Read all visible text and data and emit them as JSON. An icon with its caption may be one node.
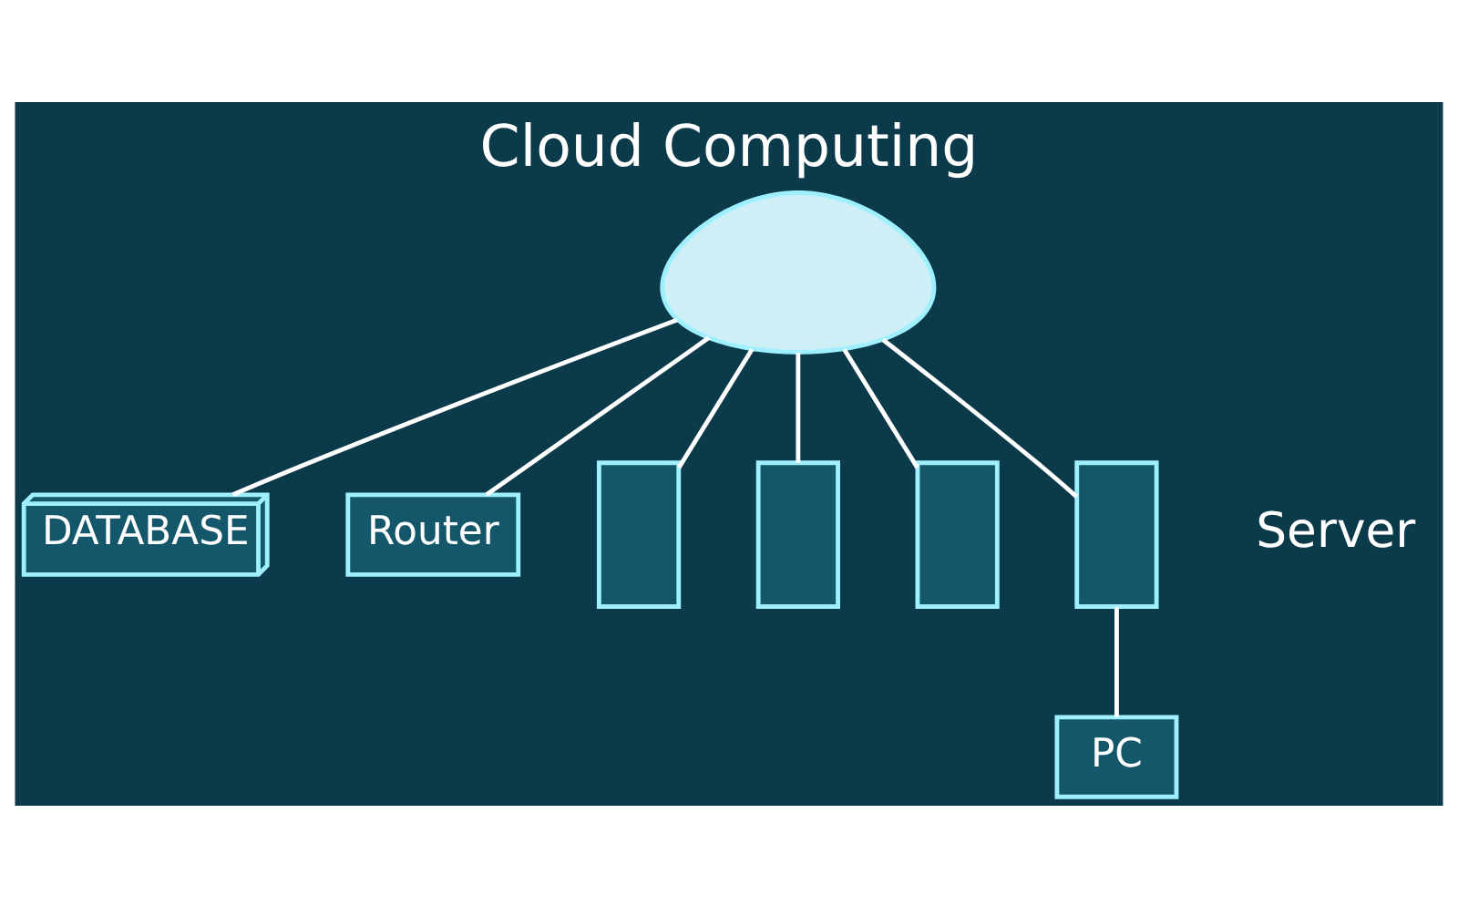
{
  "diagram": {
    "title": "Cloud Computing",
    "nodes": [
      {
        "text": [],
        "shape": "picture"
      },
      {
        "text": [
          "DATABASE"
        ]
      },
      {
        "text": [
          "Router"
        ]
      },
      {
        "text": [],
        "shape": "box"
      },
      {
        "text": [],
        "shape": "box"
      },
      {
        "text": [],
        "shape": "box"
      },
      {
        "text": [],
        "shape": "box"
      },
      {
        "text": [
          "PC"
        ]
      }
    ],
    "edges": [
      {
        "from": 0,
        "to": 1,
        "arrow": "none"
      },
      {
        "from": 0,
        "to": 2,
        "arrow": "none"
      },
      {
        "from": 0,
        "to": 3,
        "arrow": "none"
      },
      {
        "from": 0,
        "to": 4,
        "arrow": "none"
      },
      {
        "from": 0,
        "to": 5,
        "arrow": "none"
      },
      {
        "from": 0,
        "to": 6,
        "arrow": "none"
      },
      {
        "from": 6,
        "to": 7,
        "arrow": "none"
      }
    ],
    "labels": [
      "Server"
    ]
  }
}
